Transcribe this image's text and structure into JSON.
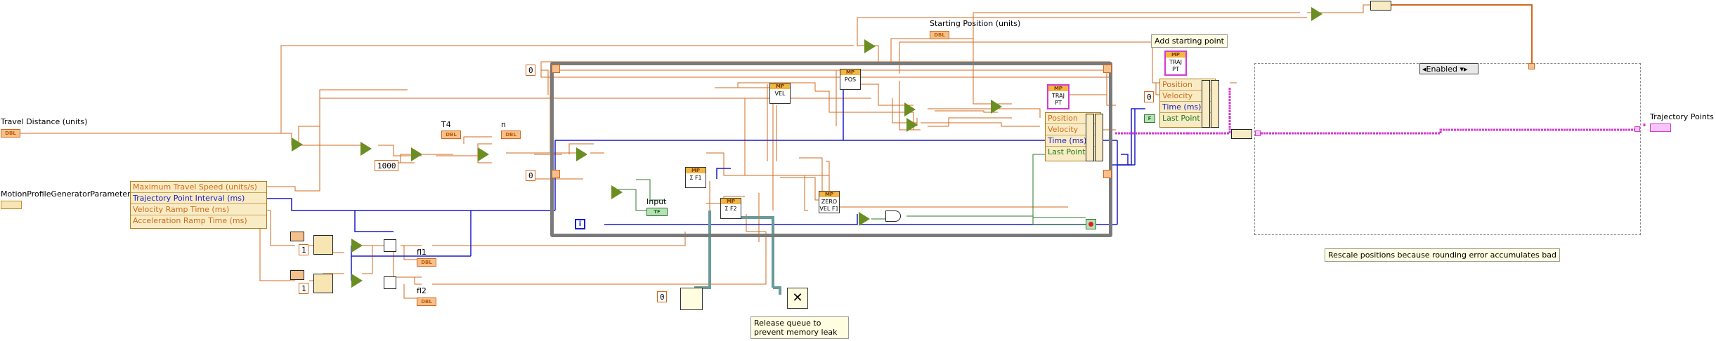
{
  "labels": {
    "travel_distance": "Travel Distance (units)",
    "motion_params": "MotionProfileGeneratorParameters",
    "starting_position": "Starting Position (units)",
    "trajectory_points": "Trajectory Points",
    "t4": "T4",
    "n": "n",
    "input": "Input",
    "fl1": "fl1",
    "fl2": "fl2"
  },
  "terminals": {
    "dbl": "DBL",
    "tf": "TF"
  },
  "constants": {
    "zero_a": "0",
    "zero_b": "0",
    "zero_c": "0",
    "zero_d": "0",
    "one_a": "1",
    "one_b": "1",
    "thousand": "1000"
  },
  "bundle_params": [
    "Maximum Travel Speed (units/s)",
    "Trajectory Point Interval (ms)",
    "Velocity Ramp Time (ms)",
    "Acceleration Ramp Time (ms)"
  ],
  "bundle_traj_inner": [
    "Position",
    "Velocity",
    "Time (ms)",
    "Last Point"
  ],
  "bundle_traj_outer": [
    "Position",
    "Velocity",
    "Time (ms)",
    "Last Point"
  ],
  "subvis": {
    "mp": "MP",
    "vel": "VEL",
    "pos": "POS",
    "sum_f1": "Σ F1",
    "sum_f2": "Σ F2",
    "zero_vel": "ZERO VEL F1",
    "traj_a": "TRAJ PT",
    "traj_b": "TRAJ PT"
  },
  "comments": {
    "add_start": "Add starting point",
    "release_queue": "Release queue to prevent memory leak",
    "rescale": "Rescale positions because rounding error accumulates bad"
  },
  "selector": {
    "value": "Enabled"
  },
  "iteration": "i",
  "colors": {
    "double": "#d2691e",
    "int": "#1c1cc9",
    "bool": "#2b7a2b",
    "cluster_array": "#d33ad3",
    "queue": "#5a8a8a"
  }
}
